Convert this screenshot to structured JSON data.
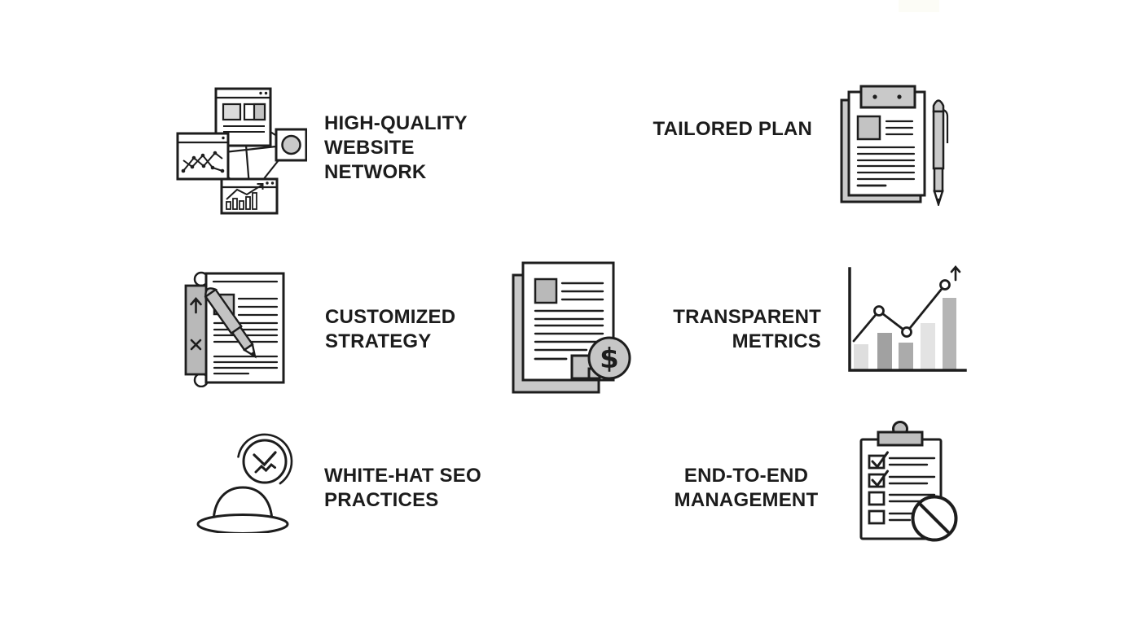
{
  "page": {
    "background": "#ffffff",
    "text_color": "#1c1c1c",
    "line_color": "#1d1d1d"
  },
  "palette": {
    "gray_light": "#dedede",
    "gray_mid": "#c6c6c6",
    "gray_dark": "#a1a1a1"
  },
  "features": {
    "network": {
      "label": "HIGH-QUALITY\nWEBSITE\nNETWORK",
      "icon": "website-network-icon"
    },
    "tailored_plan": {
      "label": "TAILORED PLAN",
      "icon": "clipboard-pen-icon"
    },
    "customized_strategy": {
      "label": "CUSTOMIZED\nSTRATEGY",
      "icon": "document-pen-icon"
    },
    "pricing_document": {
      "icon": "document-dollar-icon"
    },
    "transparent_metrics": {
      "label": "TRANSPARENT\nMETRICS",
      "icon": "growth-chart-icon"
    },
    "white_hat_seo": {
      "label": "WHITE-HAT SEO\nPRACTICES",
      "icon": "white-hat-icon"
    },
    "end_to_end": {
      "label": "END-TO-END\nMANAGEMENT",
      "icon": "checklist-ban-icon"
    }
  },
  "glyphs": {
    "dollar": "$"
  }
}
